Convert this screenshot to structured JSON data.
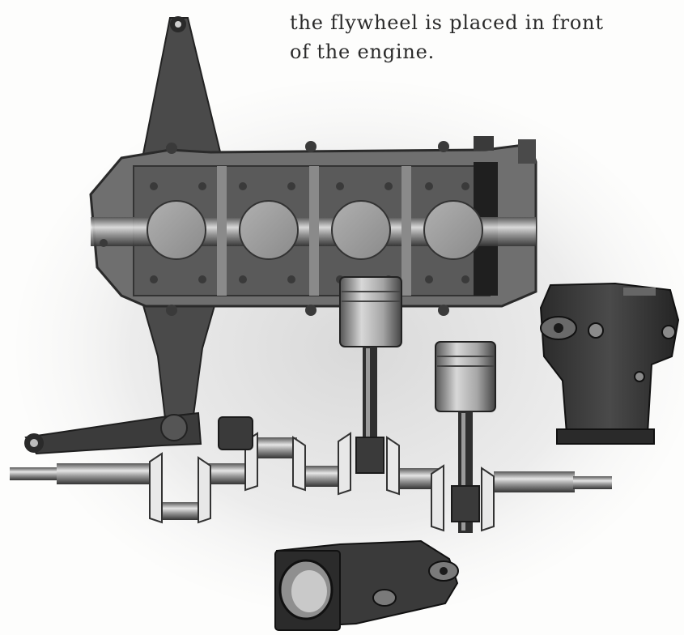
{
  "text": {
    "lines": [
      "the flywheel is placed in front",
      "of the engine."
    ]
  },
  "figure": {
    "parts": [
      {
        "name": "crankcase",
        "icon": "crankcase-photo"
      },
      {
        "name": "piston-and-connecting-rod",
        "icon": "piston-photo"
      },
      {
        "name": "crankshaft",
        "icon": "crankshaft-photo"
      },
      {
        "name": "water-jacket-casting",
        "icon": "casting-photo"
      },
      {
        "name": "lever-arm",
        "icon": "lever-photo"
      },
      {
        "name": "inlet-manifold",
        "icon": "manifold-photo"
      }
    ],
    "colors": {
      "paper": "#fdfdfc",
      "ink": "#2a2a2a",
      "metal-dark": "#3a3a3a",
      "metal-mid": "#7a7a7a",
      "metal-light": "#bdbdbd"
    }
  }
}
